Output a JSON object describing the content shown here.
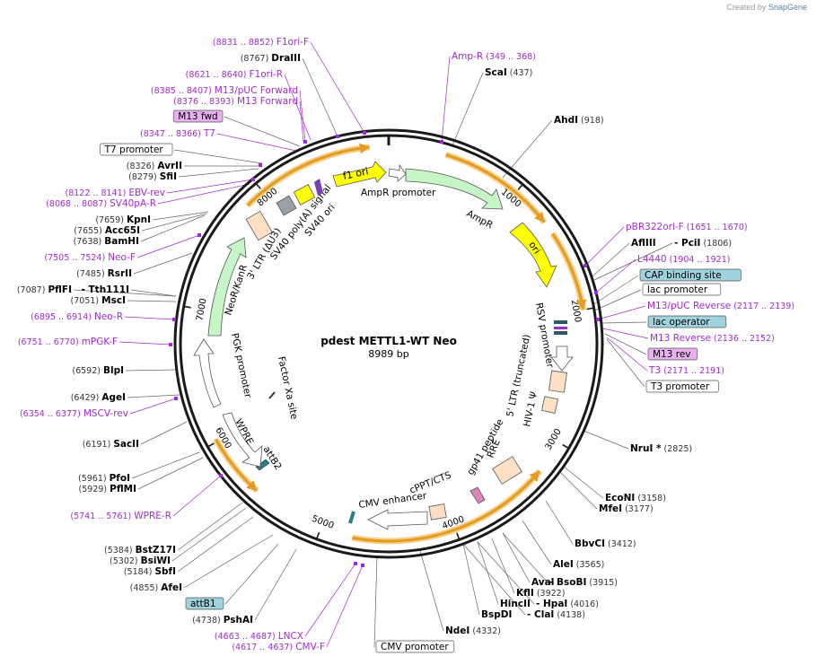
{
  "header": {
    "credit_prefix": "Created by",
    "credit_brand": "SnapGene"
  },
  "plasmid": {
    "name": "pdest METTL1-WT Neo",
    "length_label": "8989 bp",
    "length": 8989
  },
  "colors": {
    "backbone": "#1a1a1a",
    "primer": "#a12bd1",
    "enzyme_text": "#000000",
    "position_text": "#333333",
    "arrow_orange": "#e59b1f",
    "arrow_halo": "#f5d08a",
    "yellow": "#ffff00",
    "green": "#c6f5c6",
    "peach": "#fde0c4",
    "gray": "#9aa0a8",
    "teal_box": "#9fd2dc",
    "m13_box": "#e9b0f0",
    "outline": "#444444"
  },
  "ticks": [
    {
      "pos": 1000,
      "label": "1000"
    },
    {
      "pos": 2000,
      "label": "2000"
    },
    {
      "pos": 3000,
      "label": "3000"
    },
    {
      "pos": 4000,
      "label": "4000"
    },
    {
      "pos": 5000,
      "label": "5000"
    },
    {
      "pos": 6000,
      "label": "6000"
    },
    {
      "pos": 7000,
      "label": "7000"
    },
    {
      "pos": 8000,
      "label": "8000"
    }
  ],
  "features_on_ring": [
    {
      "name": "AmpR",
      "start": 420,
      "end": 1300,
      "dir": 1
    },
    {
      "name": "ori",
      "start": 1400,
      "end": 2000,
      "dir": 1
    },
    {
      "name": "gp41 region",
      "start": 3250,
      "end": 4760,
      "dir": -1
    },
    {
      "name": "PGK region",
      "start": 5540,
      "end": 6020,
      "dir": -1
    },
    {
      "name": "NeoR region",
      "start": 7850,
      "end": 8850,
      "dir": 1
    }
  ],
  "features": [
    {
      "label": "f1 ori",
      "type": "yellow"
    },
    {
      "label": "AmpR promoter",
      "type": "white"
    },
    {
      "label": "AmpR",
      "type": "green"
    },
    {
      "label": "ori",
      "type": "yellow"
    },
    {
      "label": "RSV promoter",
      "type": "white"
    },
    {
      "label": "5' LTR (truncated)",
      "type": "peach"
    },
    {
      "label": "HIV-1 Ψ",
      "type": "peach"
    },
    {
      "label": "RRE",
      "type": "peach"
    },
    {
      "label": "gp41 peptide",
      "type": "pink"
    },
    {
      "label": "cPPT/CTS",
      "type": "peach"
    },
    {
      "label": "CMV enhancer",
      "type": "white"
    },
    {
      "label": "attB2",
      "type": "teal"
    },
    {
      "label": "WPRE",
      "type": "white"
    },
    {
      "label": "PGK promoter",
      "type": "white"
    },
    {
      "label": "Factor Xa site",
      "type": "line"
    },
    {
      "label": "NeoR/KanR",
      "type": "green"
    },
    {
      "label": "3' LTR (ΔU3)",
      "type": "peach"
    },
    {
      "label": "SV40 poly(A) signal",
      "type": "gray"
    },
    {
      "label": "SV40 ori",
      "type": "yellow"
    }
  ],
  "left_labels": [
    {
      "pos": "(8831 .. 8852)",
      "name": "F1ori-F",
      "kind": "primer"
    },
    {
      "pos": "(8767)",
      "name": "DraIII",
      "kind": "enzyme"
    },
    {
      "pos": "(8621 .. 8640)",
      "name": "F1ori-R",
      "kind": "primer"
    },
    {
      "pos": "(8385 .. 8407)",
      "name": "M13/pUC Forward",
      "kind": "primer"
    },
    {
      "pos": "(8376 .. 8393)",
      "name": "M13 Forward",
      "kind": "primer"
    },
    {
      "pos": "",
      "name": "M13 fwd",
      "kind": "m13box"
    },
    {
      "pos": "(8347 .. 8366)",
      "name": "T7",
      "kind": "primer"
    },
    {
      "pos": "",
      "name": "T7 promoter",
      "kind": "box"
    },
    {
      "pos": "(8326)",
      "name": "AvrII",
      "kind": "enzyme"
    },
    {
      "pos": "(8279)",
      "name": "SfiI",
      "kind": "enzyme"
    },
    {
      "pos": "(8122 .. 8141)",
      "name": "EBV-rev",
      "kind": "primer"
    },
    {
      "pos": "(8068 .. 8087)",
      "name": "SV40pA-R",
      "kind": "primer"
    },
    {
      "pos": "(7659)",
      "name": "KpnI",
      "kind": "enzyme"
    },
    {
      "pos": "(7655)",
      "name": "Acc65I",
      "kind": "enzyme"
    },
    {
      "pos": "(7638)",
      "name": "BamHI",
      "kind": "enzyme"
    },
    {
      "pos": "(7505 .. 7524)",
      "name": "Neo-F",
      "kind": "primer"
    },
    {
      "pos": "(7485)",
      "name": "RsrII",
      "kind": "enzyme"
    },
    {
      "pos": "(7087)",
      "name": "PflFI",
      "kind": "enzyme"
    },
    {
      "pos": "",
      "name": "- Tth111I",
      "kind": "enzyme2"
    },
    {
      "pos": "(7051)",
      "name": "MscI",
      "kind": "enzyme"
    },
    {
      "pos": "(6895 .. 6914)",
      "name": "Neo-R",
      "kind": "primer"
    },
    {
      "pos": "(6751 .. 6770)",
      "name": "mPGK-F",
      "kind": "primer"
    },
    {
      "pos": "(6592)",
      "name": "BlpI",
      "kind": "enzyme"
    },
    {
      "pos": "(6429)",
      "name": "AgeI",
      "kind": "enzyme"
    },
    {
      "pos": "(6354 .. 6377)",
      "name": "MSCV-rev",
      "kind": "primer"
    },
    {
      "pos": "(6191)",
      "name": "SacII",
      "kind": "enzyme"
    },
    {
      "pos": "(5961)",
      "name": "PfoI",
      "kind": "enzyme"
    },
    {
      "pos": "(5929)",
      "name": "PflMI",
      "kind": "enzyme"
    },
    {
      "pos": "(5741 .. 5761)",
      "name": "WPRE-R",
      "kind": "primer"
    },
    {
      "pos": "(5384)",
      "name": "BstZ17I",
      "kind": "enzyme"
    },
    {
      "pos": "(5302)",
      "name": "BsiWI",
      "kind": "enzyme"
    },
    {
      "pos": "(5184)",
      "name": "SbfI",
      "kind": "enzyme"
    },
    {
      "pos": "(4855)",
      "name": "AfeI",
      "kind": "enzyme"
    },
    {
      "pos": "",
      "name": "attB1",
      "kind": "tealbox"
    },
    {
      "pos": "(4738)",
      "name": "PshAI",
      "kind": "enzyme"
    },
    {
      "pos": "(4663 .. 4687)",
      "name": "LNCX",
      "kind": "primer"
    },
    {
      "pos": "(4617 .. 4637)",
      "name": "CMV-F",
      "kind": "primer"
    }
  ],
  "right_labels": [
    {
      "name": "Amp-R",
      "pos": "(349 .. 368)",
      "kind": "primer"
    },
    {
      "name": "ScaI",
      "pos": "(437)",
      "kind": "enzyme"
    },
    {
      "name": "AhdI",
      "pos": "(918)",
      "kind": "enzyme"
    },
    {
      "name": "pBR322ori-F",
      "pos": "(1651 .. 1670)",
      "kind": "primer"
    },
    {
      "name": "AflIII",
      "pos": "",
      "kind": "enzyme"
    },
    {
      "name": "- PciI",
      "pos": "(1806)",
      "kind": "enzyme"
    },
    {
      "name": "L4440",
      "pos": "(1904 .. 1921)",
      "kind": "primer"
    },
    {
      "name": "CAP binding site",
      "pos": "",
      "kind": "tealbox"
    },
    {
      "name": "lac promoter",
      "pos": "",
      "kind": "box"
    },
    {
      "name": "M13/pUC Reverse",
      "pos": "(2117 .. 2139)",
      "kind": "primer"
    },
    {
      "name": "lac operator",
      "pos": "",
      "kind": "tealbox"
    },
    {
      "name": "M13 Reverse",
      "pos": "(2136 .. 2152)",
      "kind": "primer"
    },
    {
      "name": "M13 rev",
      "pos": "",
      "kind": "m13box"
    },
    {
      "name": "T3",
      "pos": "(2171 .. 2191)",
      "kind": "primer"
    },
    {
      "name": "T3 promoter",
      "pos": "",
      "kind": "box"
    },
    {
      "name": "NruI *",
      "pos": "(2825)",
      "kind": "enzyme"
    },
    {
      "name": "EcoNI",
      "pos": "(3158)",
      "kind": "enzyme"
    },
    {
      "name": "MfeI",
      "pos": "(3177)",
      "kind": "enzyme"
    },
    {
      "name": "BbvCI",
      "pos": "(3412)",
      "kind": "enzyme"
    },
    {
      "name": "AleI",
      "pos": "(3565)",
      "kind": "enzyme"
    },
    {
      "name": "AvaI",
      "pos": "",
      "kind": "enzyme"
    },
    {
      "name": "- BsoBI",
      "pos": "(3915)",
      "kind": "enzyme"
    },
    {
      "name": "KflI",
      "pos": "(3922)",
      "kind": "enzyme"
    },
    {
      "name": "HincII",
      "pos": "",
      "kind": "enzyme"
    },
    {
      "name": "- HpaI",
      "pos": "(4016)",
      "kind": "enzyme"
    },
    {
      "name": "BspDI",
      "pos": "",
      "kind": "enzyme"
    },
    {
      "name": "- ClaI",
      "pos": "(4138)",
      "kind": "enzyme"
    },
    {
      "name": "NdeI",
      "pos": "(4332)",
      "kind": "enzyme"
    },
    {
      "name": "CMV promoter",
      "pos": "",
      "kind": "box"
    }
  ]
}
